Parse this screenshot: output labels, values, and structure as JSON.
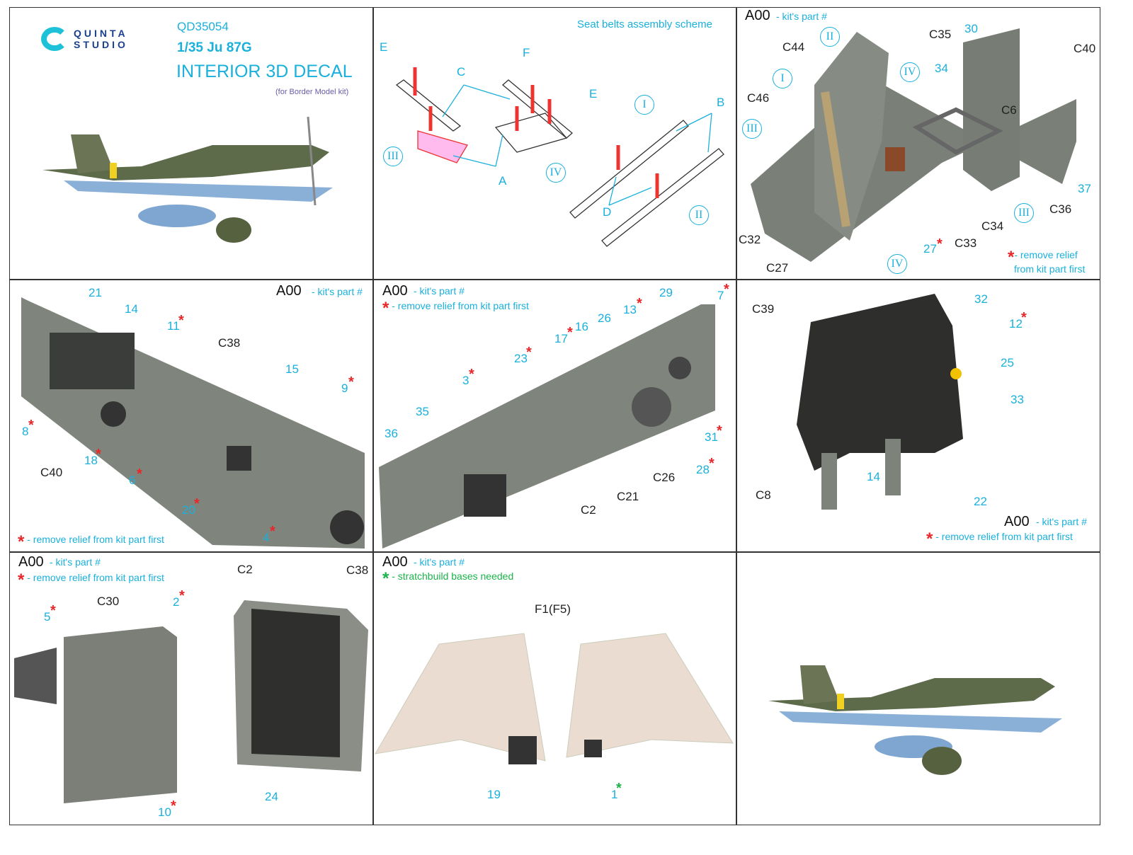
{
  "header": {
    "logo_line1": "QUINTA",
    "logo_line2": "STUDIO",
    "code": "QD35054",
    "model": "1/35 Ju 87G",
    "product": "INTERIOR 3D DECAL",
    "kit_note": "(for Border Model kit)"
  },
  "legend": {
    "a00": "A00",
    "kits_part": "- kit's part #",
    "star": "*",
    "remove_relief": "- remove relief from kit part first",
    "remove_relief_l1": "- remove relief",
    "remove_relief_l2": "from kit part first",
    "stratchbuild": "- stratchbuild bases needed"
  },
  "p2": {
    "title": "Seat belts assembly scheme",
    "labels": [
      "E",
      "F",
      "C",
      "E",
      "A",
      "B",
      "D",
      "I",
      "III",
      "IV",
      "II"
    ]
  },
  "p3": {
    "labels": [
      "C44",
      "II",
      "C35",
      "30",
      "C40",
      "C46",
      "I",
      "IV",
      "34",
      "C6",
      "III",
      "37",
      "C36",
      "C34",
      "III",
      "C32",
      "27",
      "C33",
      "C27",
      "IV"
    ]
  },
  "p4": {
    "labels": [
      "21",
      "14",
      "11",
      "C38",
      "15",
      "9",
      "8",
      "C40",
      "18",
      "6",
      "20",
      "4"
    ]
  },
  "p5": {
    "labels": [
      "29",
      "7",
      "13",
      "26",
      "16",
      "17",
      "23",
      "3",
      "35",
      "36",
      "31",
      "28",
      "C26",
      "C21",
      "C2"
    ]
  },
  "p6": {
    "labels": [
      "C39",
      "32",
      "12",
      "25",
      "33",
      "14",
      "C8",
      "22"
    ]
  },
  "p7": {
    "labels": [
      "5",
      "C30",
      "2",
      "C2",
      "C38",
      "24",
      "10"
    ]
  },
  "p8": {
    "labels": [
      "F1(F5)",
      "19",
      "1"
    ]
  },
  "colors": {
    "accent": "#1ab0dc",
    "star_red": "#e8272a",
    "star_green": "#1bb34a",
    "part_grey": "#8a8f86"
  }
}
